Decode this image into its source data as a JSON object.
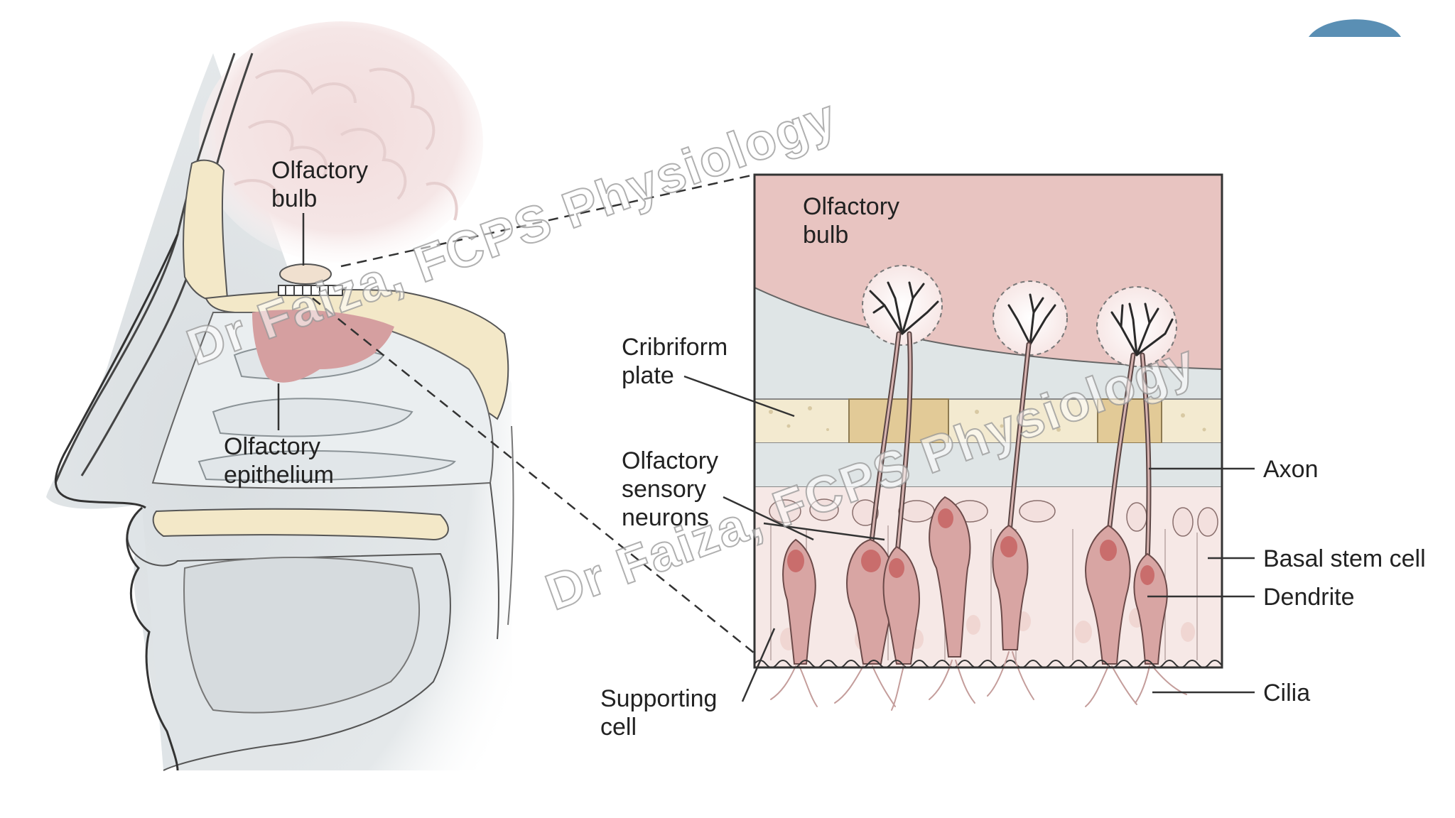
{
  "diagram": {
    "labels": {
      "head_bulb_line1": "Olfactory",
      "head_bulb_line2": "bulb",
      "head_epi_line1": "Olfactory",
      "head_epi_line2": "epithelium",
      "inset_bulb_line1": "Olfactory",
      "inset_bulb_line2": "bulb",
      "cribriform_line1": "Cribriform",
      "cribriform_line2": "plate",
      "neurons_line1": "Olfactory",
      "neurons_line2": "sensory",
      "neurons_line3": "neurons",
      "supporting_line1": "Supporting",
      "supporting_line2": "cell",
      "axon": "Axon",
      "basal": "Basal stem cell",
      "dendrite": "Dendrite",
      "cilia": "Cilia"
    },
    "watermark": "Dr Faiza, FCPS Physiology"
  },
  "colors": {
    "bulb_pink": "#e8c4c1",
    "epithelium_pink": "#d59fa0",
    "bone_cream": "#f3e8c8",
    "tissue_gray": "#dfe3e5",
    "neuron_rose": "#c98a88",
    "nucleus": "#d96b6b",
    "blue_accent": "#5a8fb4"
  }
}
